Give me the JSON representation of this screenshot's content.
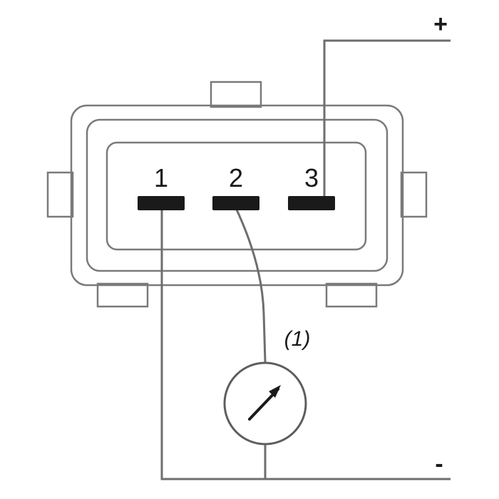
{
  "diagram": {
    "pins": [
      {
        "number": "1"
      },
      {
        "number": "2"
      },
      {
        "number": "3"
      }
    ],
    "positive_terminal": "+",
    "negative_terminal": "-",
    "meter_reference": "(1)",
    "icons": [
      "connector-housing",
      "meter-gauge-icon"
    ]
  }
}
